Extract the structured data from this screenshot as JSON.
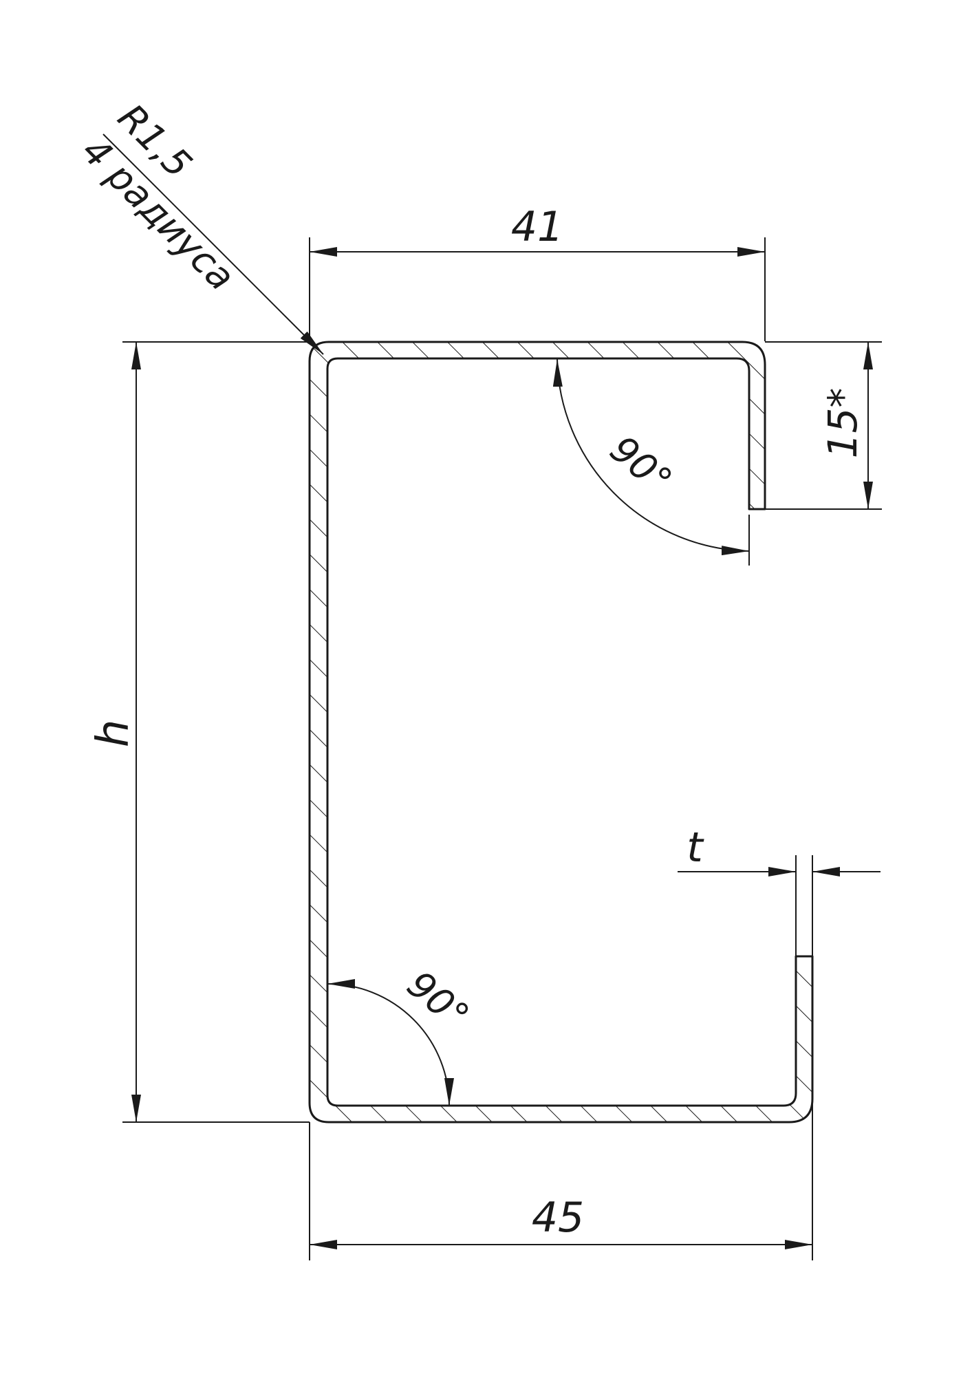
{
  "labels": {
    "radius": "R1,5",
    "radius_note": "4 радиуса",
    "top_width": "41",
    "bottom_width": "45",
    "height": "h",
    "lip_height": "15*",
    "thickness": "t",
    "angle_top": "90°",
    "angle_bottom": "90°"
  },
  "colors": {
    "line": "#1a1a1a",
    "background": "#ffffff"
  }
}
